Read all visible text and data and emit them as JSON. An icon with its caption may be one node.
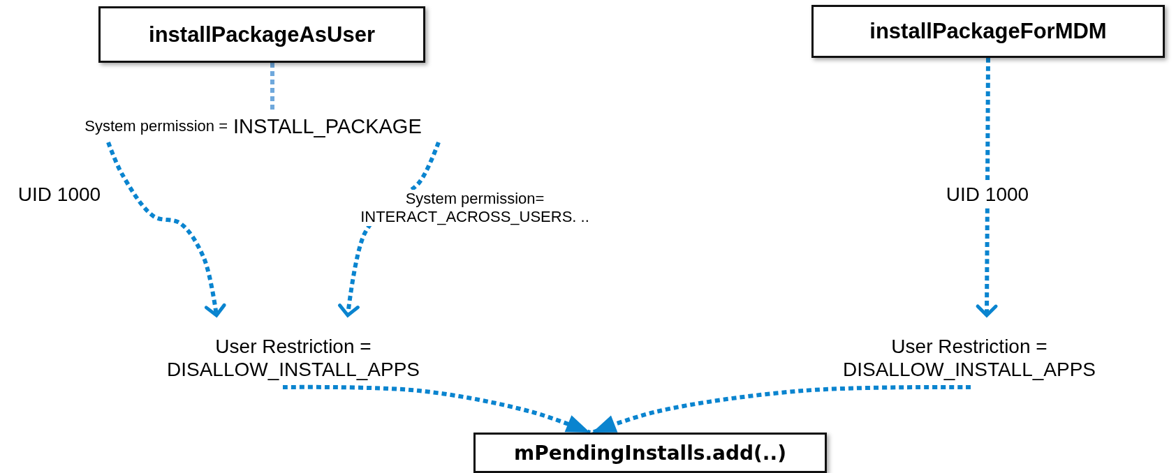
{
  "diagram": {
    "nodes": [
      {
        "text": [
          "installPackageAsUser"
        ]
      },
      {
        "text": [
          "System permission =",
          "INSTALL_PACKAGE"
        ]
      },
      {
        "text": [
          "User Restriction = DISALLOW_INSTALL_APPS"
        ]
      },
      {
        "text": [
          "installPackageForMDM"
        ]
      },
      {
        "text": [
          "User Restriction = DISALLOW_INSTALL_APPS"
        ]
      },
      {
        "text": [
          "mPendingInstalls.add(..)"
        ]
      }
    ],
    "edges": [
      {
        "from": 0,
        "to": 1,
        "arrow": "none",
        "style": "dashed",
        "color": "#6fa8dc"
      },
      {
        "from": 1,
        "to": 2,
        "arrow": "to",
        "style": "dashed",
        "label": "UID 1000"
      },
      {
        "from": 1,
        "to": 2,
        "arrow": "to",
        "style": "dashed",
        "label": "System permission= INTERACT_ACROSS_USERS. .."
      },
      {
        "from": 3,
        "to": 4,
        "arrow": "to",
        "style": "dashed",
        "label": "UID 1000"
      },
      {
        "from": 2,
        "to": 5,
        "arrow": "to",
        "style": "dashed"
      },
      {
        "from": 4,
        "to": 5,
        "arrow": "to",
        "style": "dashed"
      }
    ]
  }
}
